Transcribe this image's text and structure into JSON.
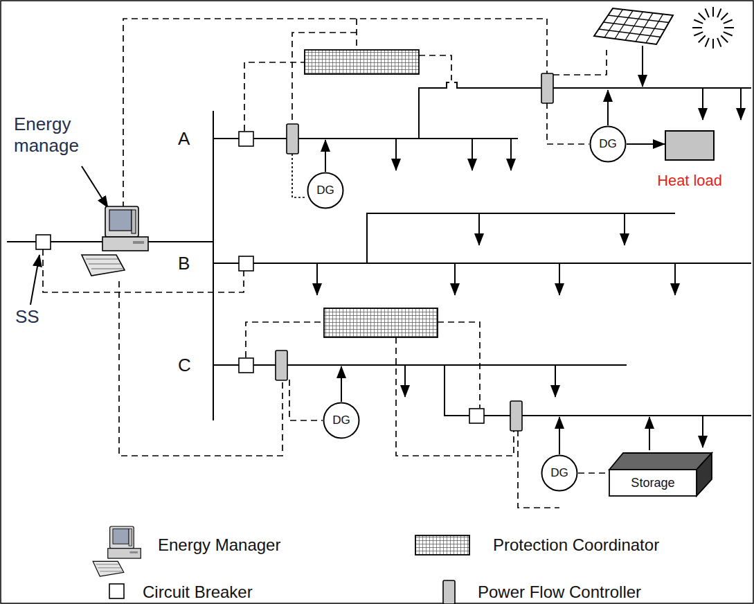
{
  "diagram": {
    "nodes": [
      {
        "text": [
          "DG"
        ]
      },
      {
        "text": [
          "Heat load"
        ]
      },
      {
        "text": [
          "DG"
        ]
      },
      {
        "text": [
          "DG"
        ]
      },
      {
        "text": [
          "DG"
        ]
      },
      {
        "text": [
          "Storage"
        ]
      }
    ],
    "edges": [
      {
        "from": 0,
        "to": 1,
        "arrow": "to"
      },
      {
        "from": 4,
        "to": 5,
        "arrow": "none"
      }
    ],
    "labels": [
      "Energy manage",
      "A",
      "B",
      "C",
      "SS"
    ],
    "legend": [
      {
        "text": "Energy Manager"
      },
      {
        "text": "Protection Coordinator"
      },
      {
        "text": "Circuit Breaker"
      },
      {
        "text": "Power Flow Controller"
      }
    ]
  }
}
